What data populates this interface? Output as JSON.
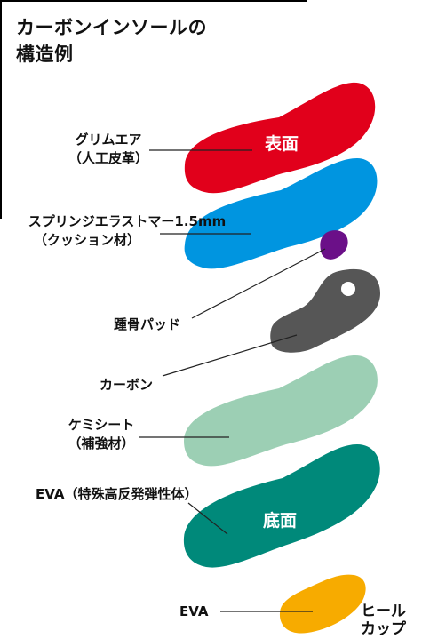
{
  "title": {
    "line1": "カーボンインソールの",
    "line2": "構造例"
  },
  "layers": {
    "surface": {
      "label_line1": "グリムエア",
      "label_line2": "（人工皮革）",
      "shape_text": "表面",
      "color": "#e1001b"
    },
    "spring": {
      "label_line1": "スプリンジエラストマー1.5mm",
      "label_line2": "（クッション材）",
      "color": "#0095e0"
    },
    "heel_pad": {
      "label": "踵骨パッド",
      "color": "#6b1088"
    },
    "carbon": {
      "label": "カーボン",
      "color": "#565656"
    },
    "chemi_sheet": {
      "label_line1": "ケミシート",
      "label_line2": "（補強材）",
      "color": "#9ccfb4"
    },
    "bottom": {
      "label": "EVA（特殊高反発弾性体）",
      "shape_text": "底面",
      "color": "#00897a"
    },
    "heel_cup": {
      "label": "EVA",
      "side_line1": "ヒール",
      "side_line2": "カップ",
      "color": "#f7ab00"
    }
  }
}
